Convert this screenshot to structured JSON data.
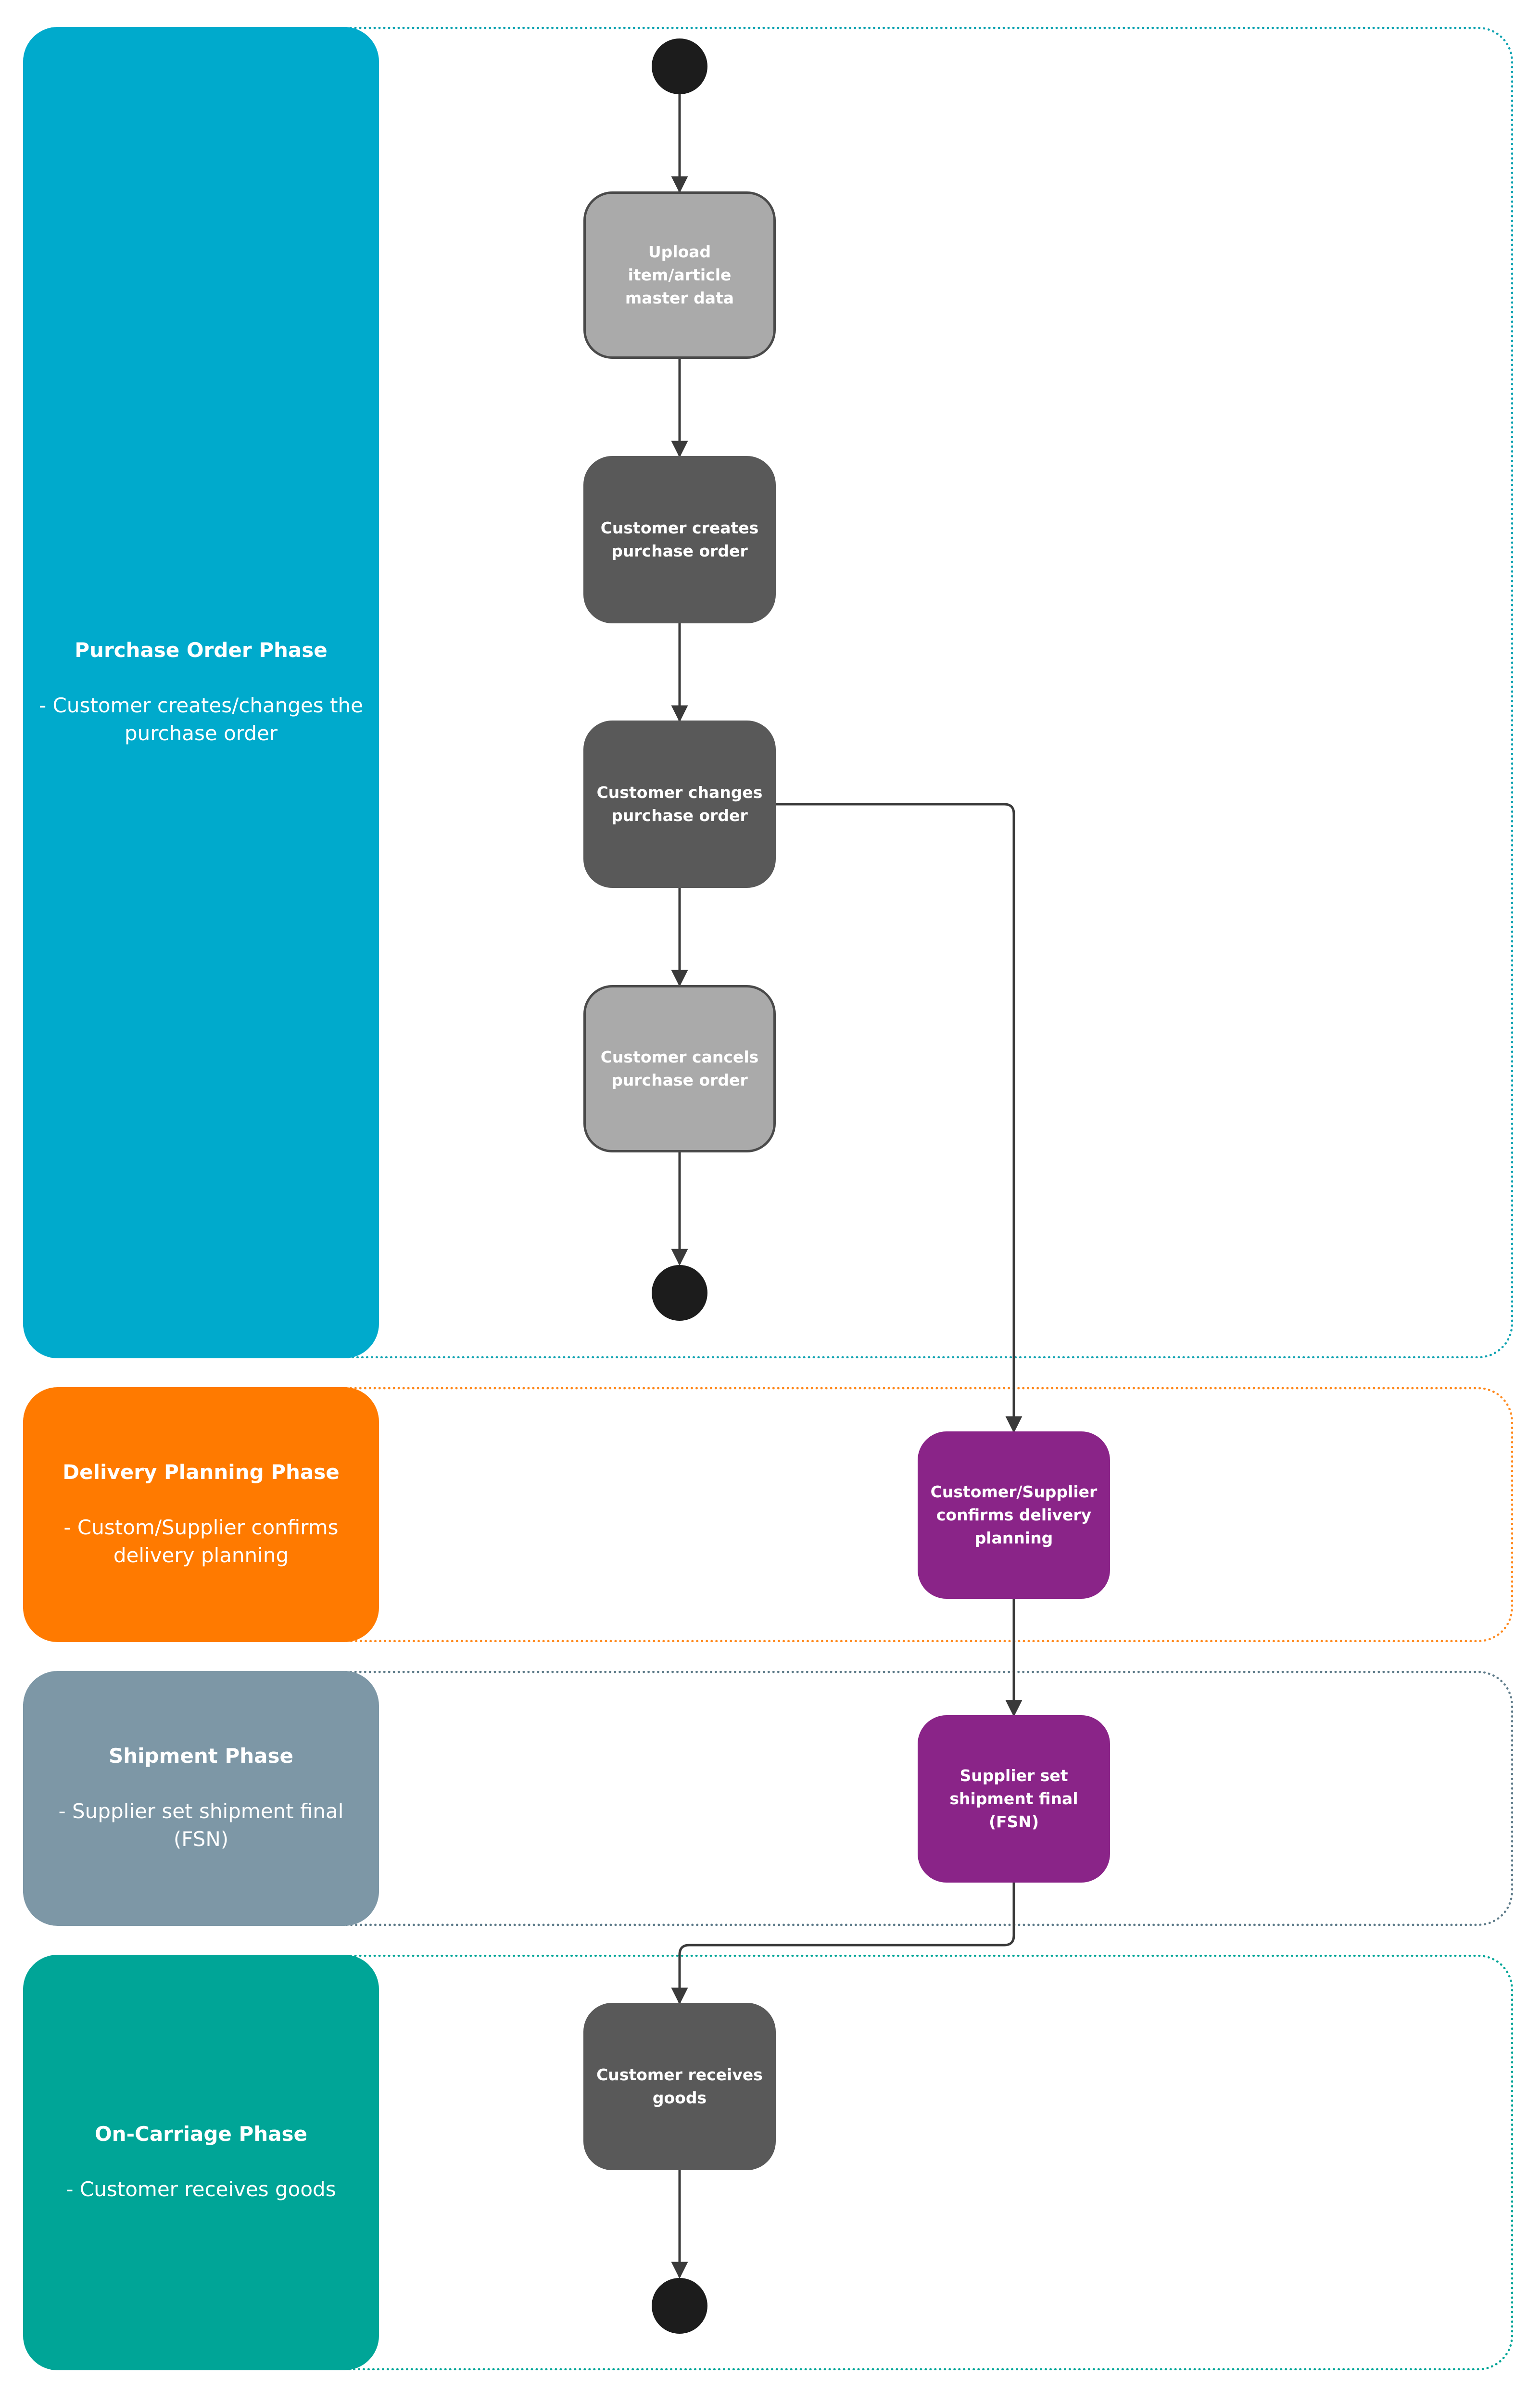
{
  "lanes": [
    {
      "title": "Purchase Order Phase",
      "description": "- Customer creates/changes the purchase order",
      "color": "#00aacc",
      "border_color": "#0fa3b1"
    },
    {
      "title": "Delivery Planning Phase",
      "description": "- Custom/Supplier confirms delivery planning",
      "color": "#ff7a00",
      "border_color": "#ff8a1f"
    },
    {
      "title": "Shipment Phase",
      "description": "- Supplier set shipment final (FSN)",
      "color": "#7d97a6",
      "border_color": "#5f7c8a"
    },
    {
      "title": "On-Carriage Phase",
      "description": "- Customer receives goods",
      "color": "#00a597",
      "border_color": "#00a597"
    }
  ],
  "nodes": {
    "upload_master_data": "Upload item/article master data",
    "create_po": "Customer creates purchase order",
    "change_po": "Customer changes purchase order",
    "cancel_po": "Customer cancels purchase order",
    "confirm_delivery": "Customer/Supplier confirms delivery planning",
    "set_shipment_final": "Supplier set shipment final (FSN)",
    "receive_goods": "Customer receives goods"
  },
  "colors": {
    "node_light": "#aaaaaa",
    "node_dark": "#595959",
    "node_purple": "#8a2488",
    "terminal": "#1c1c1c",
    "edge": "#3a3a3a"
  }
}
